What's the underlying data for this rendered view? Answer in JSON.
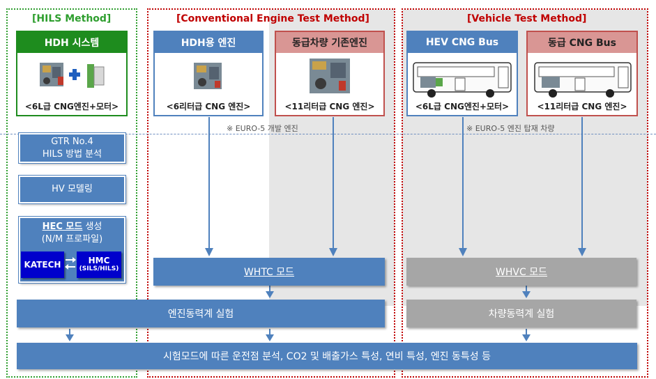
{
  "sections": {
    "hils": {
      "title": "[HILS Method]",
      "color": "#2e9e2e"
    },
    "conventional": {
      "title": "[Conventional Engine Test Method]",
      "color": "#c00000"
    },
    "vehicle": {
      "title": "[Vehicle Test Method]",
      "color": "#c00000"
    }
  },
  "cards": {
    "hdh_system": {
      "title": "HDH 시스템",
      "caption": "<6L급 CNG엔진+모터>",
      "color": "#1e8c1e"
    },
    "hdh_engine": {
      "title": "HDH용 엔진",
      "caption": "<6리터급 CNG 엔진>",
      "color": "#4f81bd"
    },
    "equiv_engine": {
      "title": "동급차량 기존엔진",
      "caption": "<11리터급 CNG 엔진>",
      "color": "#c0504d"
    },
    "hev_bus": {
      "title": "HEV CNG Bus",
      "caption": "<6L급 CNG엔진+모터>",
      "color": "#4f81bd"
    },
    "equiv_bus": {
      "title": "동급 CNG Bus",
      "caption": "<11리터급 CNG 엔진>",
      "color": "#c0504d"
    }
  },
  "notes": {
    "euro5_dev": "※ EURO-5 개발 엔진",
    "euro5_vehicle": "※ EURO-5 엔진 탑재 차량"
  },
  "hils_steps": {
    "gtr_line1": "GTR No.4",
    "gtr_line2": "HILS 방법 분석",
    "hv_model": "HV 모델링",
    "hec_underlined": "HEC 모드",
    "hec_rest": " 생성",
    "hec_line2": "(N/M 프로파일)",
    "katech": "KATECH",
    "hmc_line1": "HMC",
    "hmc_line2": "(SILS/HILS)"
  },
  "modes": {
    "whtc": "WHTC 모드",
    "whvc": "WHVC 모드"
  },
  "tests": {
    "engine_dyno": "엔진동력계 실험",
    "vehicle_dyno": "차량동력계 실험"
  },
  "final": "시험모드에 따른 운전점 분석, CO2 및 배출가스 특성, 연비 특성, 엔진 동특성 등"
}
